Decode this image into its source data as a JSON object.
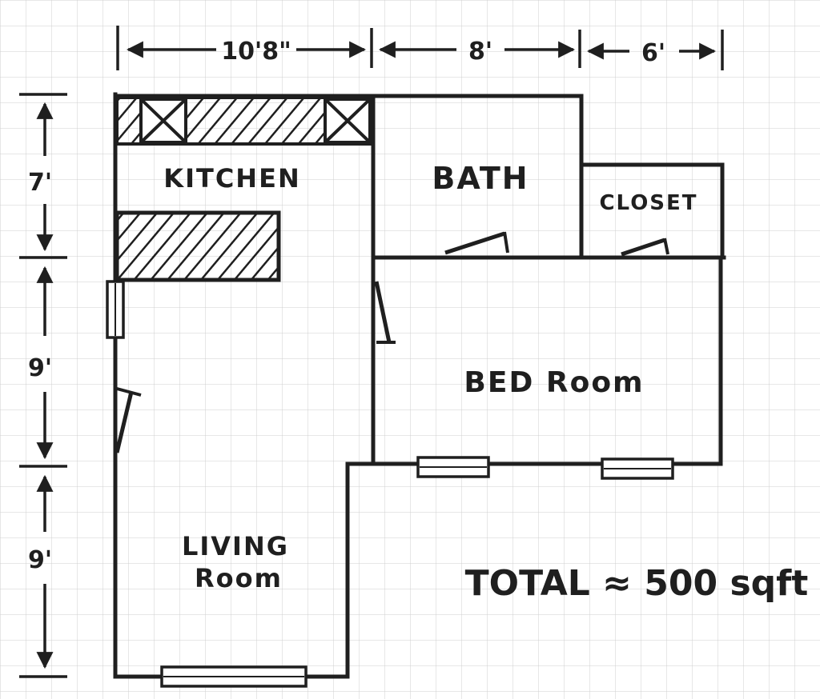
{
  "dimensions": {
    "top": [
      "10'8\"",
      "8'",
      "6'"
    ],
    "left": [
      "7'",
      "9'",
      "9'"
    ]
  },
  "rooms": {
    "kitchen": "KITCHEN",
    "bath": "BATH",
    "closet": "CLOSET",
    "bedroom": "BED Room",
    "living_line1": "LIVING",
    "living_line2": "Room"
  },
  "total": "TOTAL ≈ 500 sqft",
  "colors": {
    "ink": "#1f1f1f",
    "grid": "#cfcfcf",
    "paper": "#ffffff"
  }
}
